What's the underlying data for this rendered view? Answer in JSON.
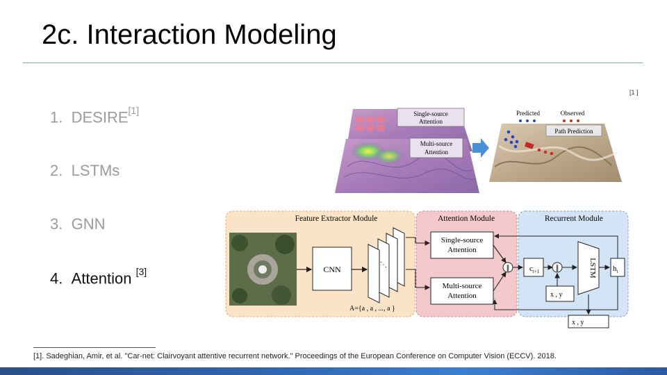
{
  "slide": {
    "title": "2c. Interaction Modeling",
    "corner_ref": "[1 ]",
    "items": [
      {
        "num": "1.",
        "text": "DESIRE",
        "sup": "[1]"
      },
      {
        "num": "2.",
        "text": "LSTMs",
        "sup": ""
      },
      {
        "num": "3.",
        "text": "GNN",
        "sup": ""
      },
      {
        "num": "4.",
        "text": "Attention",
        "sup": "[3]"
      }
    ],
    "footnote": "[1]. Sadeghian, Amir, et al. \"Car-net: Clairvoyant attentive recurrent network.\" Proceedings of the European Conference on Computer Vision (ECCV). 2018."
  },
  "top_figure": {
    "single_source": "Single-source Attention",
    "multi_source": "Multi-source Attention",
    "legend_predicted": "Predicted",
    "legend_observed": "Observed",
    "path_prediction": "Path Prediction"
  },
  "bottom_figure": {
    "feature_module": "Feature Extractor Module",
    "attention_module": "Attention Module",
    "recurrent_module": "Recurrent Module",
    "cnn": "CNN",
    "single_a": "Single-source",
    "single_b": "Attention",
    "multi_a": "Multi-source",
    "multi_b": "Attention",
    "lstm": "LSTM",
    "c": "c",
    "c_sub": "t+1",
    "h": "h",
    "h_sub": "t",
    "xy_in": "x  , y",
    "xy_out": "x     , y",
    "a_set": "A={a , a , ..., a }"
  },
  "colors": {
    "feature_bg": "#fbe3c8",
    "attention_bg": "#f3c9cb",
    "recurrent_bg": "#d4e4f7",
    "arrow_blue": "#4a90d9",
    "predicted": "#2347c4",
    "observed": "#d42a2a"
  }
}
